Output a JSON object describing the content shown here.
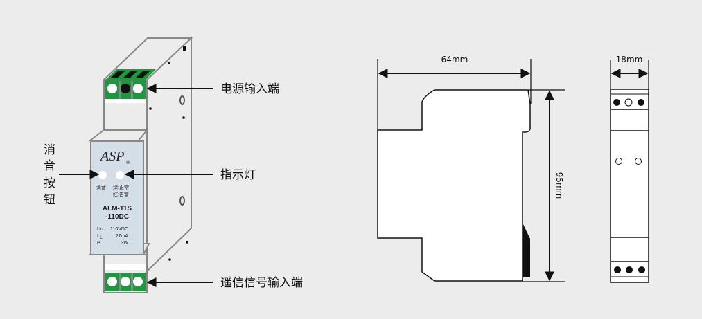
{
  "labels": {
    "power_input": "电源输入端",
    "indicator": "指示灯",
    "mute_button": [
      "消",
      "音",
      "按",
      "钮"
    ],
    "remote_signal_input": "遥信信号输入端"
  },
  "device": {
    "brand": "ASP",
    "registered": "®",
    "front_mute": "消音",
    "front_green": "绿:正常",
    "front_red": "红:告警",
    "model_line1": "ALM-11S",
    "model_line2": "-110DC",
    "spec_un_label": "Un",
    "spec_un_value": "110VDC",
    "spec_il_label": "I",
    "spec_il_sub": "L",
    "spec_il_value": "27mA",
    "spec_p_label": "P",
    "spec_p_value": "3W"
  },
  "dimensions": {
    "depth": "64mm",
    "height": "95mm",
    "width": "18mm"
  },
  "colors": {
    "terminal_green": "#1a9a3c",
    "front_panel": "#d3dee6",
    "background": "#ececec"
  }
}
